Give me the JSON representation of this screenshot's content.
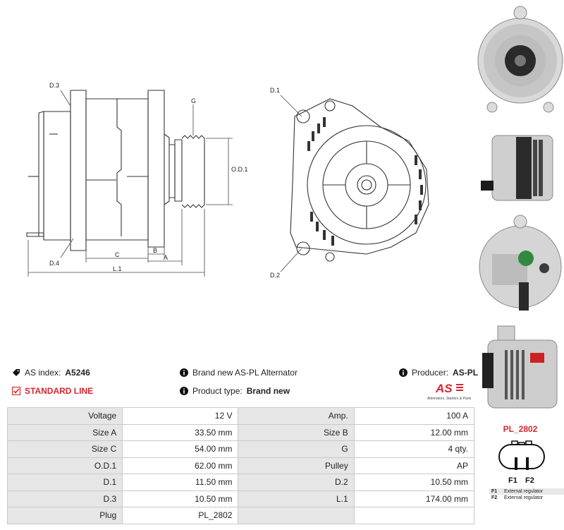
{
  "drawing": {
    "labels": {
      "d3": "D.3",
      "d4": "D.4",
      "g": "G",
      "od1": "O.D.1",
      "c": "C",
      "b": "B",
      "a": "A",
      "l1": "L.1",
      "d1": "D.1",
      "d2": "D.2"
    }
  },
  "info": {
    "as_index_label": "AS index:",
    "as_index_value": "A5246",
    "brand_text": "Brand new AS-PL Alternator",
    "producer_label": "Producer:",
    "producer_value": "AS-PL",
    "standard_line": "STANDARD LINE",
    "product_type_label": "Product type:",
    "product_type_value": "Brand new"
  },
  "logo": {
    "text": "AS",
    "tagline": "Alternators, Starters & Parts"
  },
  "specs": [
    {
      "l1": "Voltage",
      "v1": "12 V",
      "l2": "Amp.",
      "v2": "100 A"
    },
    {
      "l1": "Size A",
      "v1": "33.50 mm",
      "l2": "Size B",
      "v2": "12.00 mm"
    },
    {
      "l1": "Size C",
      "v1": "54.00 mm",
      "l2": "G",
      "v2": "4 qty."
    },
    {
      "l1": "O.D.1",
      "v1": "62.00 mm",
      "l2": "Pulley",
      "v2": "AP"
    },
    {
      "l1": "D.1",
      "v1": "11.50 mm",
      "l2": "D.2",
      "v2": "10.50 mm"
    },
    {
      "l1": "D.3",
      "v1": "10.50 mm",
      "l2": "L.1",
      "v2": "174.00 mm"
    },
    {
      "l1": "Plug",
      "v1": "PL_2802",
      "l2": "",
      "v2": ""
    }
  ],
  "plug": {
    "title": "PL_2802",
    "pin1": "F1",
    "pin2": "F2",
    "legend": [
      {
        "key": "F1",
        "desc": "External regulator"
      },
      {
        "key": "F2",
        "desc": "External regulator"
      }
    ]
  },
  "colors": {
    "accent_red": "#d7262e",
    "label_bg": "#e6e6e6",
    "border": "#c9c9c9"
  }
}
